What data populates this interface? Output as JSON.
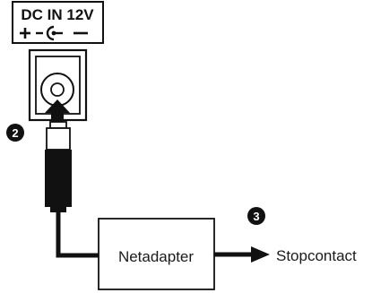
{
  "jack_label": {
    "line1": "DC IN 12V",
    "polarity": "+ -⊶- −"
  },
  "steps": [
    {
      "number": "2"
    },
    {
      "number": "3"
    }
  ],
  "adapter_label": "Netadapter",
  "outlet_label": "Stopcontact",
  "icons": [
    "dc-jack-icon",
    "polarity-symbol-icon",
    "plug-icon",
    "arrow-icon"
  ]
}
